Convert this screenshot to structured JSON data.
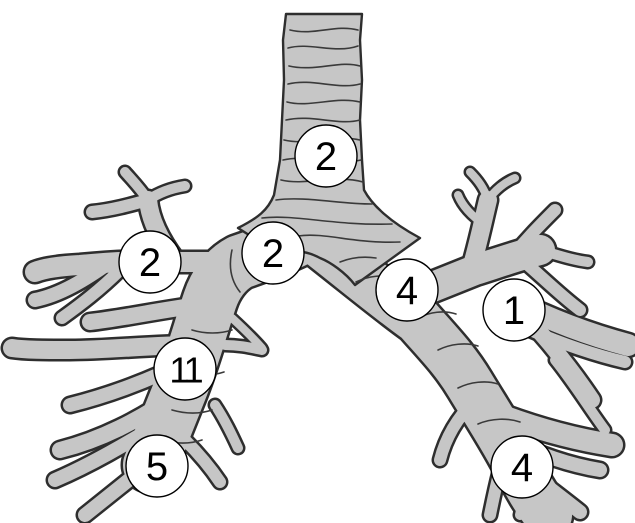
{
  "diagram": {
    "markers": [
      {
        "id": "trachea",
        "label": "2"
      },
      {
        "id": "right-main-bronchus",
        "label": "2"
      },
      {
        "id": "right-upper-lobe",
        "label": "2"
      },
      {
        "id": "bronchus-intermedius",
        "label": "11"
      },
      {
        "id": "right-lower-lobe",
        "label": "5"
      },
      {
        "id": "left-main-bronchus",
        "label": "4"
      },
      {
        "id": "left-upper-lobe",
        "label": "1"
      },
      {
        "id": "left-lower-lobe",
        "label": "4"
      }
    ]
  }
}
